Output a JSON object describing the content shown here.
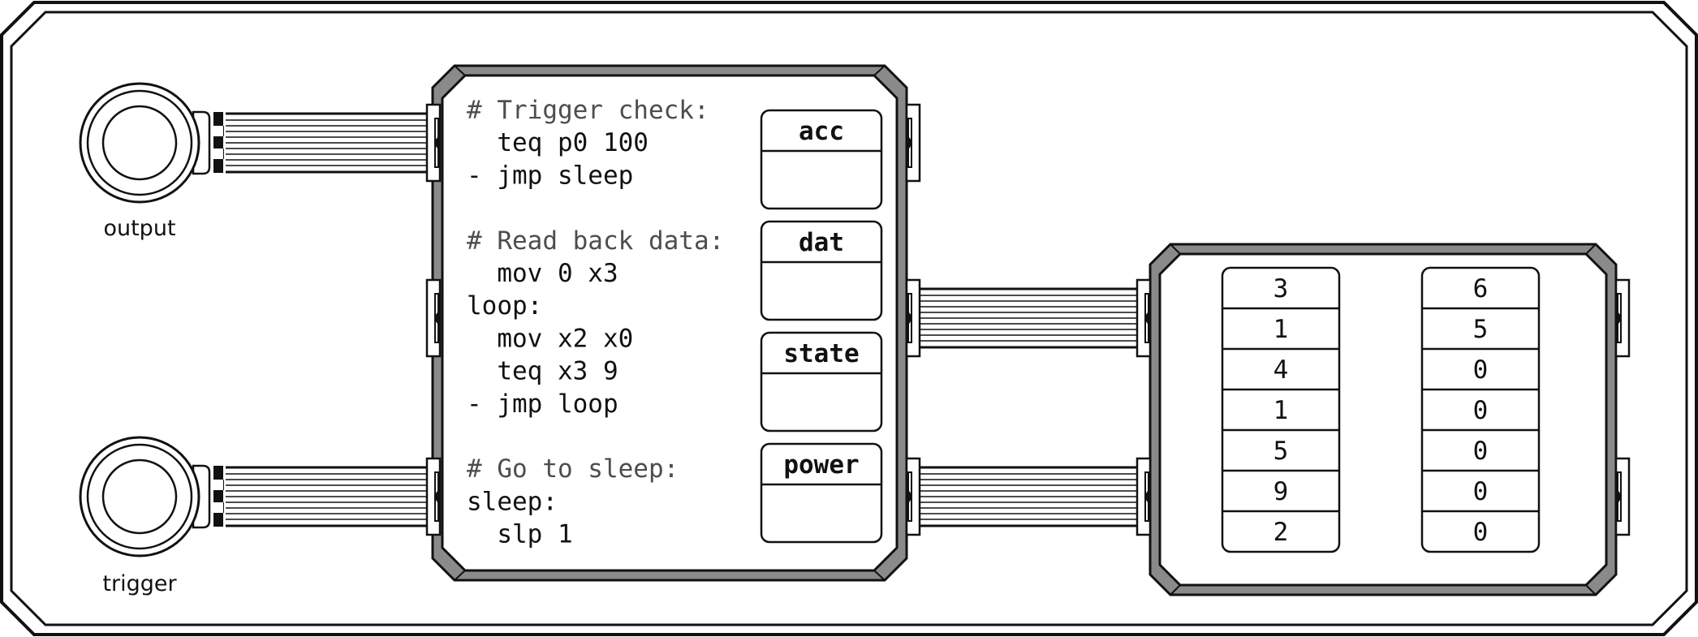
{
  "colors": {
    "stroke": "#111111",
    "bevel": "#8a8a8a",
    "background": "#ffffff",
    "comment": "#4d4d4d"
  },
  "ports": {
    "output": {
      "label": "output",
      "icon": "button-icon"
    },
    "trigger": {
      "label": "trigger",
      "icon": "button-icon"
    }
  },
  "controller": {
    "code": [
      {
        "text": "# Trigger check:",
        "kind": "comment"
      },
      {
        "text": "  teq p0 100",
        "kind": "code"
      },
      {
        "text": "- jmp sleep",
        "kind": "code"
      },
      {
        "text": "",
        "kind": "blank"
      },
      {
        "text": "# Read back data:",
        "kind": "comment"
      },
      {
        "text": "  mov 0 x3",
        "kind": "code"
      },
      {
        "text": "loop:",
        "kind": "code"
      },
      {
        "text": "  mov x2 x0",
        "kind": "code"
      },
      {
        "text": "  teq x3 9",
        "kind": "code"
      },
      {
        "text": "- jmp loop",
        "kind": "code"
      },
      {
        "text": "",
        "kind": "blank"
      },
      {
        "text": "# Go to sleep:",
        "kind": "comment"
      },
      {
        "text": "sleep:",
        "kind": "code"
      },
      {
        "text": "  slp 1",
        "kind": "code"
      }
    ],
    "registers": [
      {
        "name": "acc",
        "value": ""
      },
      {
        "name": "dat",
        "value": ""
      },
      {
        "name": "state",
        "value": ""
      },
      {
        "name": "power",
        "value": ""
      }
    ]
  },
  "memory": {
    "columns": [
      [
        "3",
        "1",
        "4",
        "1",
        "5",
        "9",
        "2"
      ],
      [
        "6",
        "5",
        "0",
        "0",
        "0",
        "0",
        "0"
      ]
    ]
  }
}
